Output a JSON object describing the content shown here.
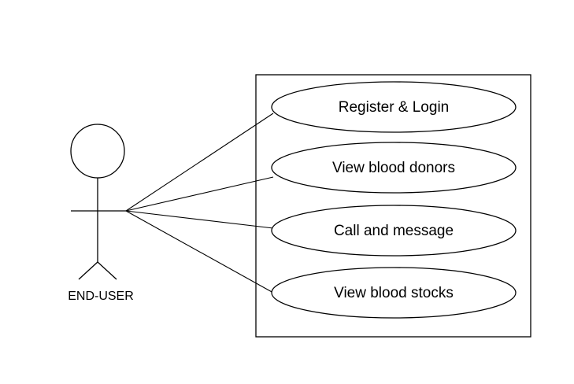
{
  "colors": {
    "stroke": "#000000",
    "background": "#ffffff"
  },
  "actor": {
    "label": "END-USER"
  },
  "use_cases": [
    {
      "label": "Register & Login"
    },
    {
      "label": "View blood donors"
    },
    {
      "label": "Call and message"
    },
    {
      "label": "View blood stocks"
    }
  ]
}
